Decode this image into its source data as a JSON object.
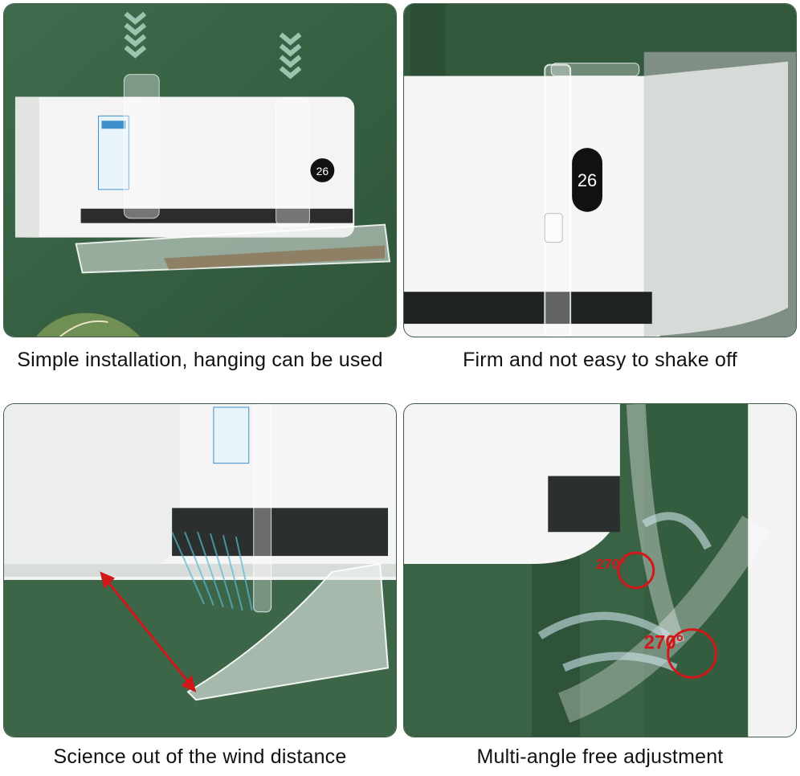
{
  "panels": [
    {
      "id": "p1",
      "caption": "Simple installation, hanging can be used",
      "display": "26"
    },
    {
      "id": "p2",
      "caption": "Firm and not easy to shake off",
      "display": "26"
    },
    {
      "id": "p3",
      "caption": "Science out of the wind distance"
    },
    {
      "id": "p4",
      "caption": "Multi-angle free adjustment",
      "angle_labels": [
        "270°",
        "270°"
      ]
    }
  ],
  "colors": {
    "wall": "#3e6a4b",
    "wall_dark": "#2f5439",
    "ac_body": "#f4f5f4",
    "arrow_red": "#d01818",
    "airflow": "#5ab8d6"
  }
}
